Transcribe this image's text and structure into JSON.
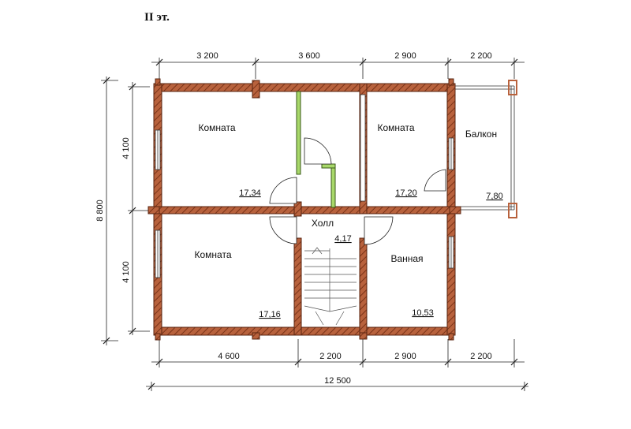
{
  "floor_label": "II эт.",
  "dimensions": {
    "top": [
      "3 200",
      "3 600",
      "2 900",
      "2 200"
    ],
    "bottom": [
      "4 600",
      "2 200",
      "2 900",
      "2 200"
    ],
    "total": "12 500",
    "left_total": "8 800",
    "left_upper": "4 100",
    "left_lower": "4 100"
  },
  "rooms": {
    "room1": {
      "name": "Комната",
      "area": "17,34"
    },
    "room2": {
      "name": "Комната",
      "area": "17,20"
    },
    "balcony": {
      "name": "Балкон",
      "area": "7,80"
    },
    "hall": {
      "name": "Холл",
      "area": "4,17"
    },
    "room3": {
      "name": "Комната",
      "area": "17,16"
    },
    "bathroom": {
      "name": "Ванная",
      "area": "10,53"
    }
  },
  "colors": {
    "log_wall": "#b8623d",
    "log_wall_dark": "#7a3318",
    "partition": "#a8d86a",
    "line": "#222222"
  }
}
